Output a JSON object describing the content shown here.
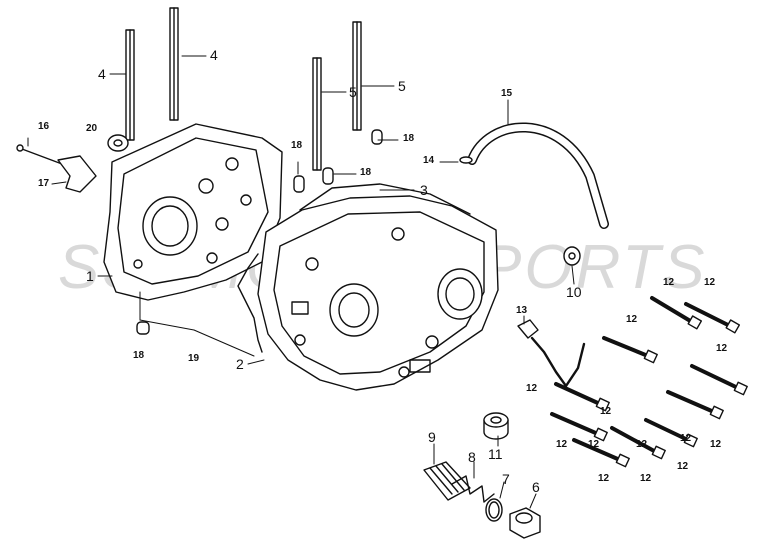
{
  "watermark": "SSSMOTORSPORTS",
  "labels": {
    "l1": "1",
    "l2": "2",
    "l3": "3",
    "l4a": "4",
    "l4b": "4",
    "l5a": "5",
    "l5b": "5",
    "l6": "6",
    "l7": "7",
    "l8": "8",
    "l9": "9",
    "l10": "10",
    "l11": "11",
    "l12a": "12",
    "l12b": "12",
    "l12c": "12",
    "l12d": "12",
    "l12e": "12",
    "l12f": "12",
    "l12g": "12",
    "l12h": "12",
    "l12i": "12",
    "l12j": "12",
    "l12k": "12",
    "l12l": "12",
    "l12m": "12",
    "l12n": "12",
    "l13": "13",
    "l14": "14",
    "l15": "15",
    "l16": "16",
    "l17": "17",
    "l18a": "18",
    "l18b": "18",
    "l18c": "18",
    "l18d": "18",
    "l19": "19",
    "l20": "20"
  }
}
